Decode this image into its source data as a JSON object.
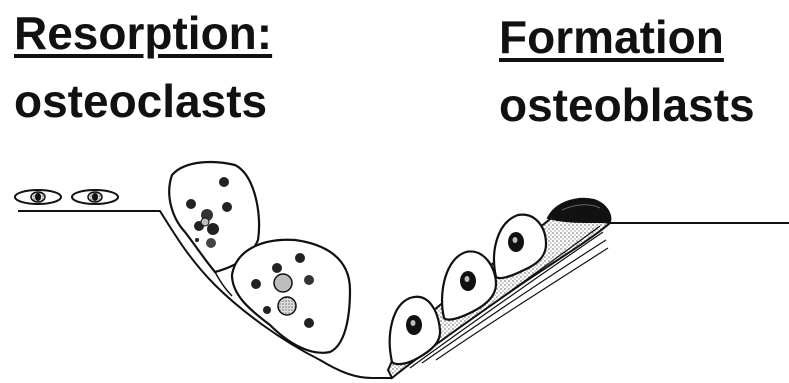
{
  "left_column": {
    "heading": "Resorption:",
    "subheading": "osteoclasts"
  },
  "right_column": {
    "heading": "Formation",
    "subheading": "osteoblasts"
  },
  "colors": {
    "ink": "#111111",
    "background": "#ffffff",
    "new_bone_stipple": "#9a9a9a",
    "nucleus_light": "#bdbdbd"
  }
}
